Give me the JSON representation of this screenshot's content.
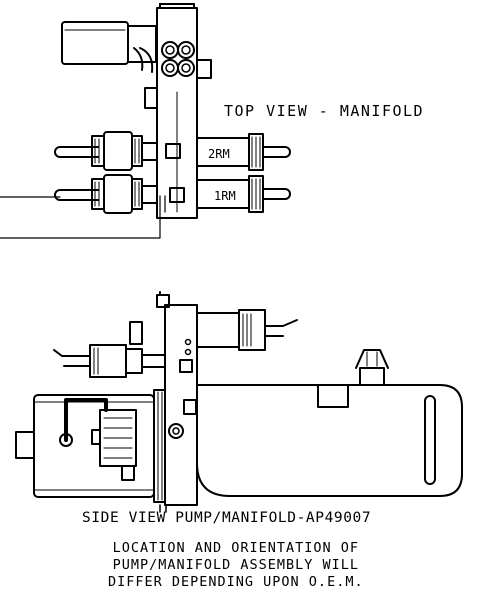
{
  "drawing": {
    "top_view_title": "TOP VIEW - MANIFOLD",
    "side_view_title": "SIDE VIEW PUMP/MANIFOLD-AP49007",
    "note_lines": [
      "LOCATION AND ORIENTATION OF",
      "PUMP/MANIFOLD ASSEMBLY WILL",
      "DIFFER DEPENDING UPON O.E.M."
    ],
    "valve_labels": {
      "upper_right": "2RM",
      "lower_right": "1RM"
    }
  },
  "colors": {
    "line": "#000000",
    "background": "#ffffff"
  }
}
